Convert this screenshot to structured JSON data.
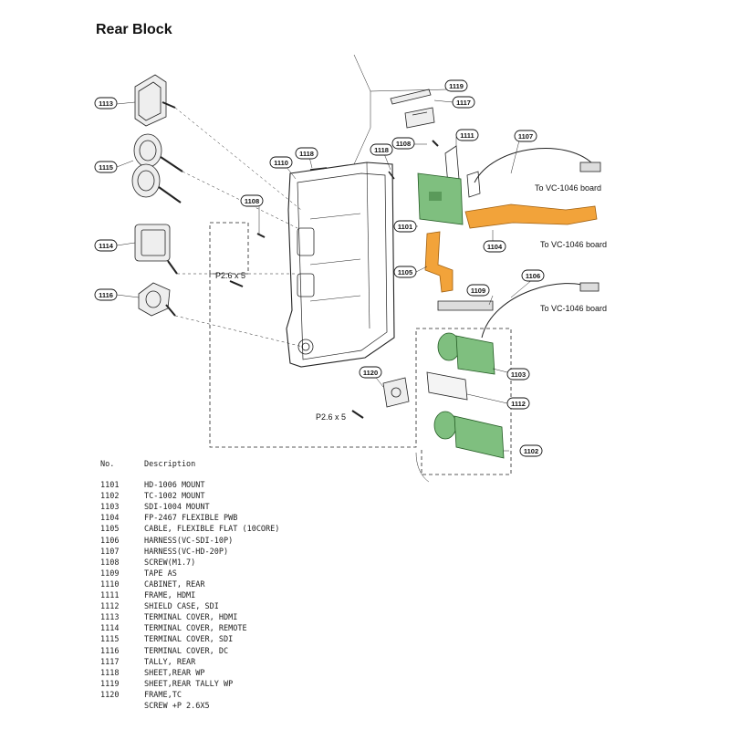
{
  "title": "Rear Block",
  "callouts": {
    "c1113": "1113",
    "c1115": "1115",
    "c1114": "1114",
    "c1116": "1116",
    "c1119": "1119",
    "c1117": "1117",
    "c1108a": "1108",
    "c1108b": "1108",
    "c1111": "1111",
    "c1107": "1107",
    "c1118a": "1118",
    "c1118b": "1118",
    "c1110": "1110",
    "c1101": "1101",
    "c1104": "1104",
    "c1105": "1105",
    "c1106": "1106",
    "c1109": "1109",
    "c1103": "1103",
    "c1112": "1112",
    "c1120": "1120",
    "c1102": "1102"
  },
  "notes": {
    "to_vc_1": "To VC-1046 board",
    "to_vc_2": "To VC-1046 board",
    "to_vc_3": "To VC-1046 board",
    "screw_1": "P2.6 x 5",
    "screw_2": "P2.6 x 5"
  },
  "parts_table": {
    "header_no": "No.",
    "header_desc": "Description",
    "rows": [
      {
        "no": "1101",
        "desc": "HD-1006 MOUNT"
      },
      {
        "no": "1102",
        "desc": "TC-1002 MOUNT"
      },
      {
        "no": "1103",
        "desc": "SDI-1004 MOUNT"
      },
      {
        "no": "1104",
        "desc": "FP-2467 FLEXIBLE PWB"
      },
      {
        "no": "1105",
        "desc": "CABLE, FLEXIBLE FLAT (10CORE)"
      },
      {
        "no": "1106",
        "desc": "HARNESS(VC-SDI-10P)"
      },
      {
        "no": "1107",
        "desc": "HARNESS(VC-HD-20P)"
      },
      {
        "no": "1108",
        "desc": "SCREW(M1.7)"
      },
      {
        "no": "1109",
        "desc": "TAPE AS"
      },
      {
        "no": "1110",
        "desc": "CABINET, REAR"
      },
      {
        "no": "1111",
        "desc": "FRAME, HDMI"
      },
      {
        "no": "1112",
        "desc": "SHIELD CASE, SDI"
      },
      {
        "no": "1113",
        "desc": "TERMINAL COVER, HDMI"
      },
      {
        "no": "1114",
        "desc": "TERMINAL COVER, REMOTE"
      },
      {
        "no": "1115",
        "desc": "TERMINAL COVER, SDI"
      },
      {
        "no": "1116",
        "desc": "TERMINAL COVER, DC"
      },
      {
        "no": "1117",
        "desc": "TALLY, REAR"
      },
      {
        "no": "1118",
        "desc": "SHEET,REAR WP"
      },
      {
        "no": "1119",
        "desc": "SHEET,REAR TALLY WP"
      },
      {
        "no": "1120",
        "desc": "FRAME,TC"
      },
      {
        "no": "",
        "desc": "SCREW +P 2.6X5"
      }
    ]
  }
}
